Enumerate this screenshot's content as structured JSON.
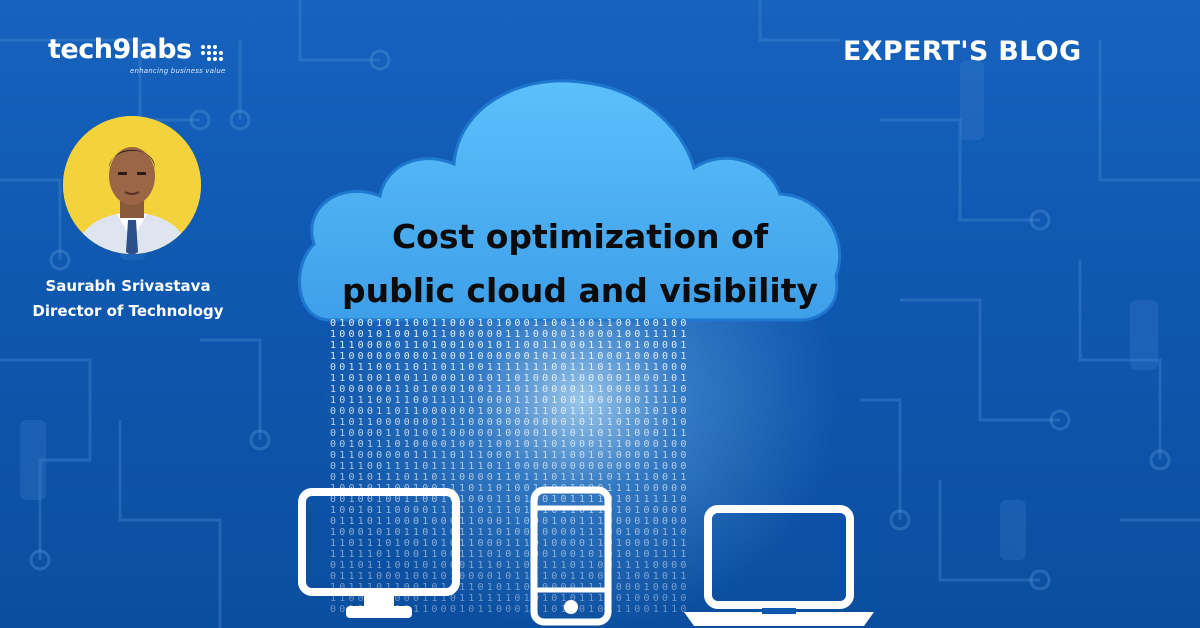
{
  "brand": {
    "name": "tech9labs",
    "tagline": "enhancing business value"
  },
  "blog_label": "EXPERT'S BLOG",
  "headline": {
    "line1": "Cost optimization of",
    "line2": "public cloud and visibility"
  },
  "author": {
    "name": "Saurabh Srivastava",
    "role": "Director of Technology"
  },
  "icons": [
    "desktop-monitor-icon",
    "mobile-phone-icon",
    "laptop-icon",
    "cloud-shape"
  ],
  "colors": {
    "background": "#0f58b0",
    "cloud": "#4fb2f5",
    "avatar_background": "#f4d23b",
    "text_light": "#ffffff",
    "text_dark": "#0b0b0b"
  }
}
